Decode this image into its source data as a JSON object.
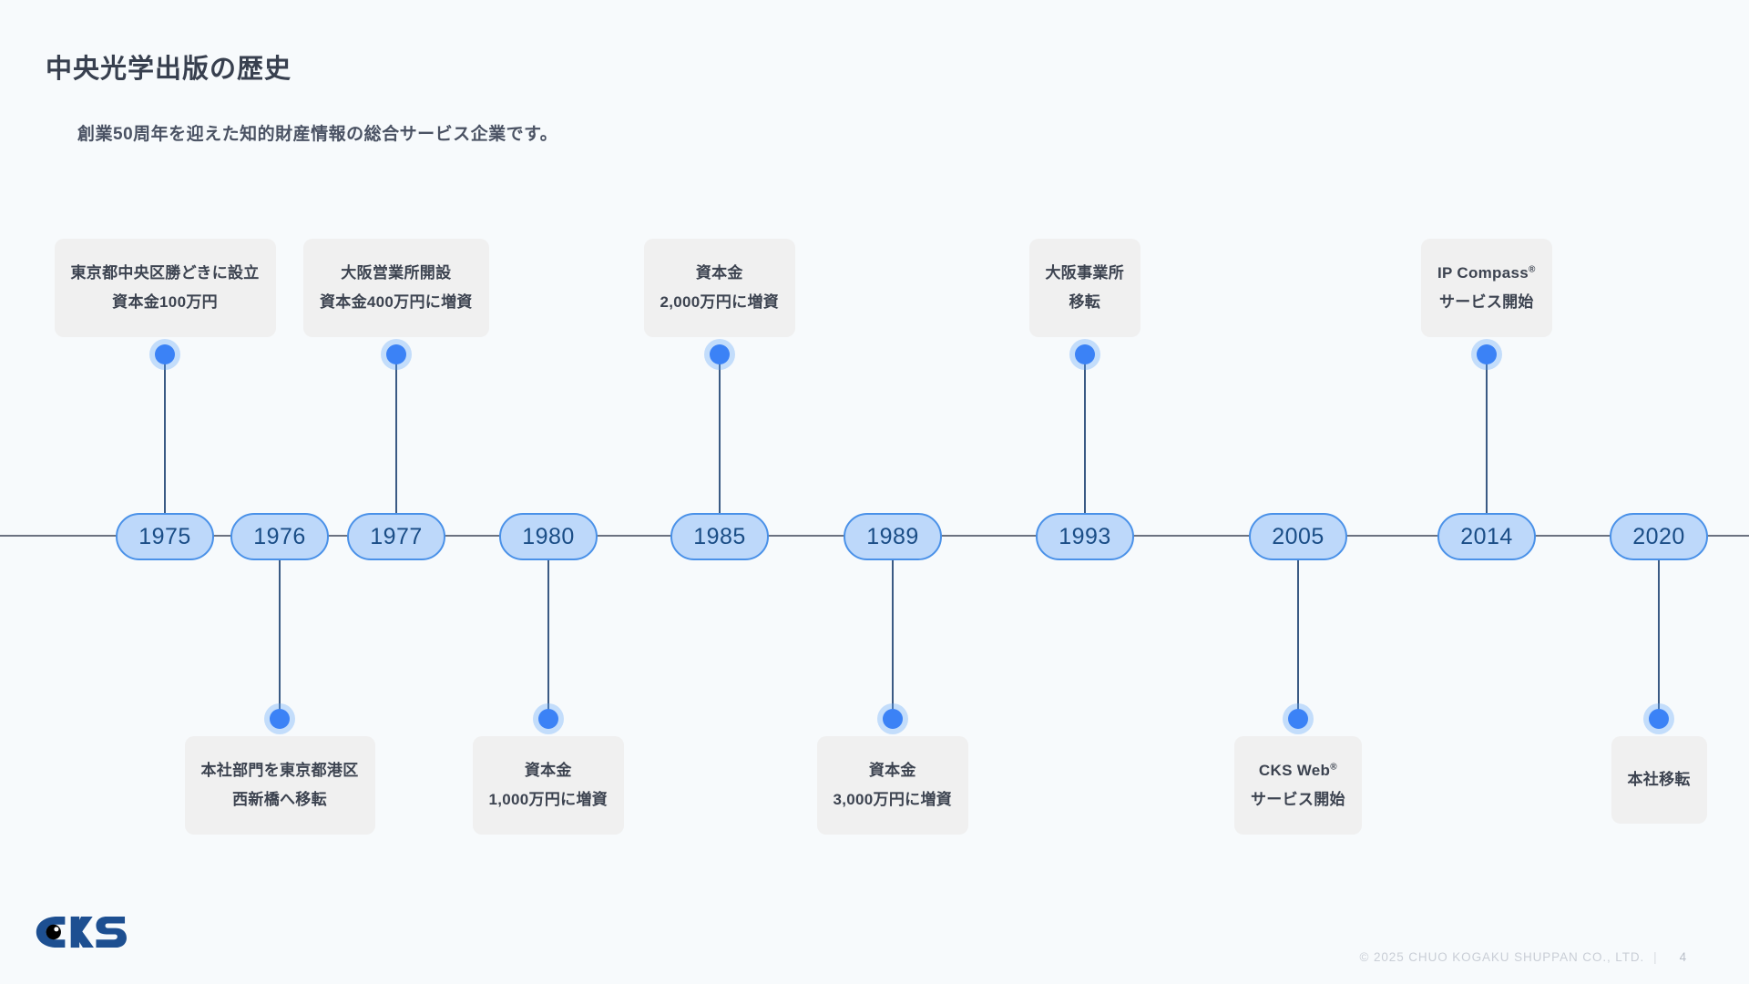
{
  "page": {
    "title": "中央光学出版の歴史",
    "subtitle": "創業50周年を迎えた知的財産情報の総合サービス企業です。",
    "background_color": "#f7fafc"
  },
  "theme": {
    "pill_fill": "#bdd8fa",
    "pill_border": "#4a91e8",
    "pill_text": "#1a4d86",
    "dot_color": "#3b82f6",
    "card_fill": "#f0f0f0",
    "axis_color": "#6b7280",
    "logo_color": "#1d4f91"
  },
  "timeline": {
    "type": "timeline",
    "events": [
      {
        "year": "1975",
        "side": "above",
        "line1": "東京都中央区勝どきに設立",
        "line2": "資本金100万円"
      },
      {
        "year": "1976",
        "side": "below",
        "line1": "本社部門を東京都港区",
        "line2": "西新橋へ移転"
      },
      {
        "year": "1977",
        "side": "above",
        "line1": "大阪営業所開設",
        "line2": "資本金400万円に増資"
      },
      {
        "year": "1980",
        "side": "below",
        "line1": "資本金",
        "line2": "1,000万円に増資"
      },
      {
        "year": "1985",
        "side": "above",
        "line1": "資本金",
        "line2": "2,000万円に増資"
      },
      {
        "year": "1989",
        "side": "below",
        "line1": "資本金",
        "line2": "3,000万円に増資"
      },
      {
        "year": "1993",
        "side": "above",
        "line1": "大阪事業所",
        "line2": "移転"
      },
      {
        "year": "2005",
        "side": "below",
        "line1": "CKS Web®",
        "line2": "サービス開始"
      },
      {
        "year": "2014",
        "side": "above",
        "line1": "IP Compass®",
        "line2": "サービス開始"
      },
      {
        "year": "2020",
        "side": "below",
        "line1": "本社移転",
        "line2": ""
      }
    ]
  },
  "logo": {
    "text": "CKS",
    "alt": "cks-logo"
  },
  "footer": {
    "copyright": "© 2025 CHUO KOGAKU SHUPPAN CO., LTD.",
    "separator": "|",
    "page_number": "4"
  }
}
